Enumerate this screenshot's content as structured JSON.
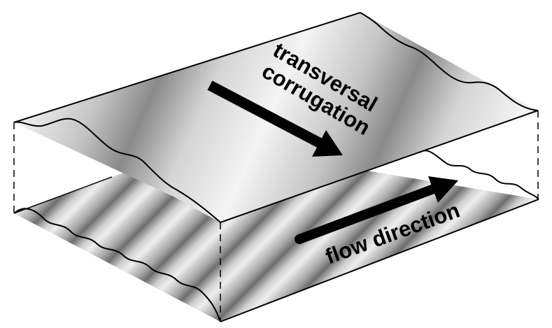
{
  "diagram": {
    "top_plate_label_line1": "transversal",
    "top_plate_label_line2": "corrugation",
    "bottom_plate_label": "flow direction"
  },
  "colors": {
    "outline": "#000000",
    "plate_light": "#f2f2f2",
    "plate_mid": "#bdbdbd",
    "plate_dark": "#7a7a7a",
    "edge_face": "#9a9a9a"
  },
  "icons": {
    "transversal_arrow": "arrow-down-right-icon",
    "flow_arrow": "arrow-up-right-icon"
  }
}
